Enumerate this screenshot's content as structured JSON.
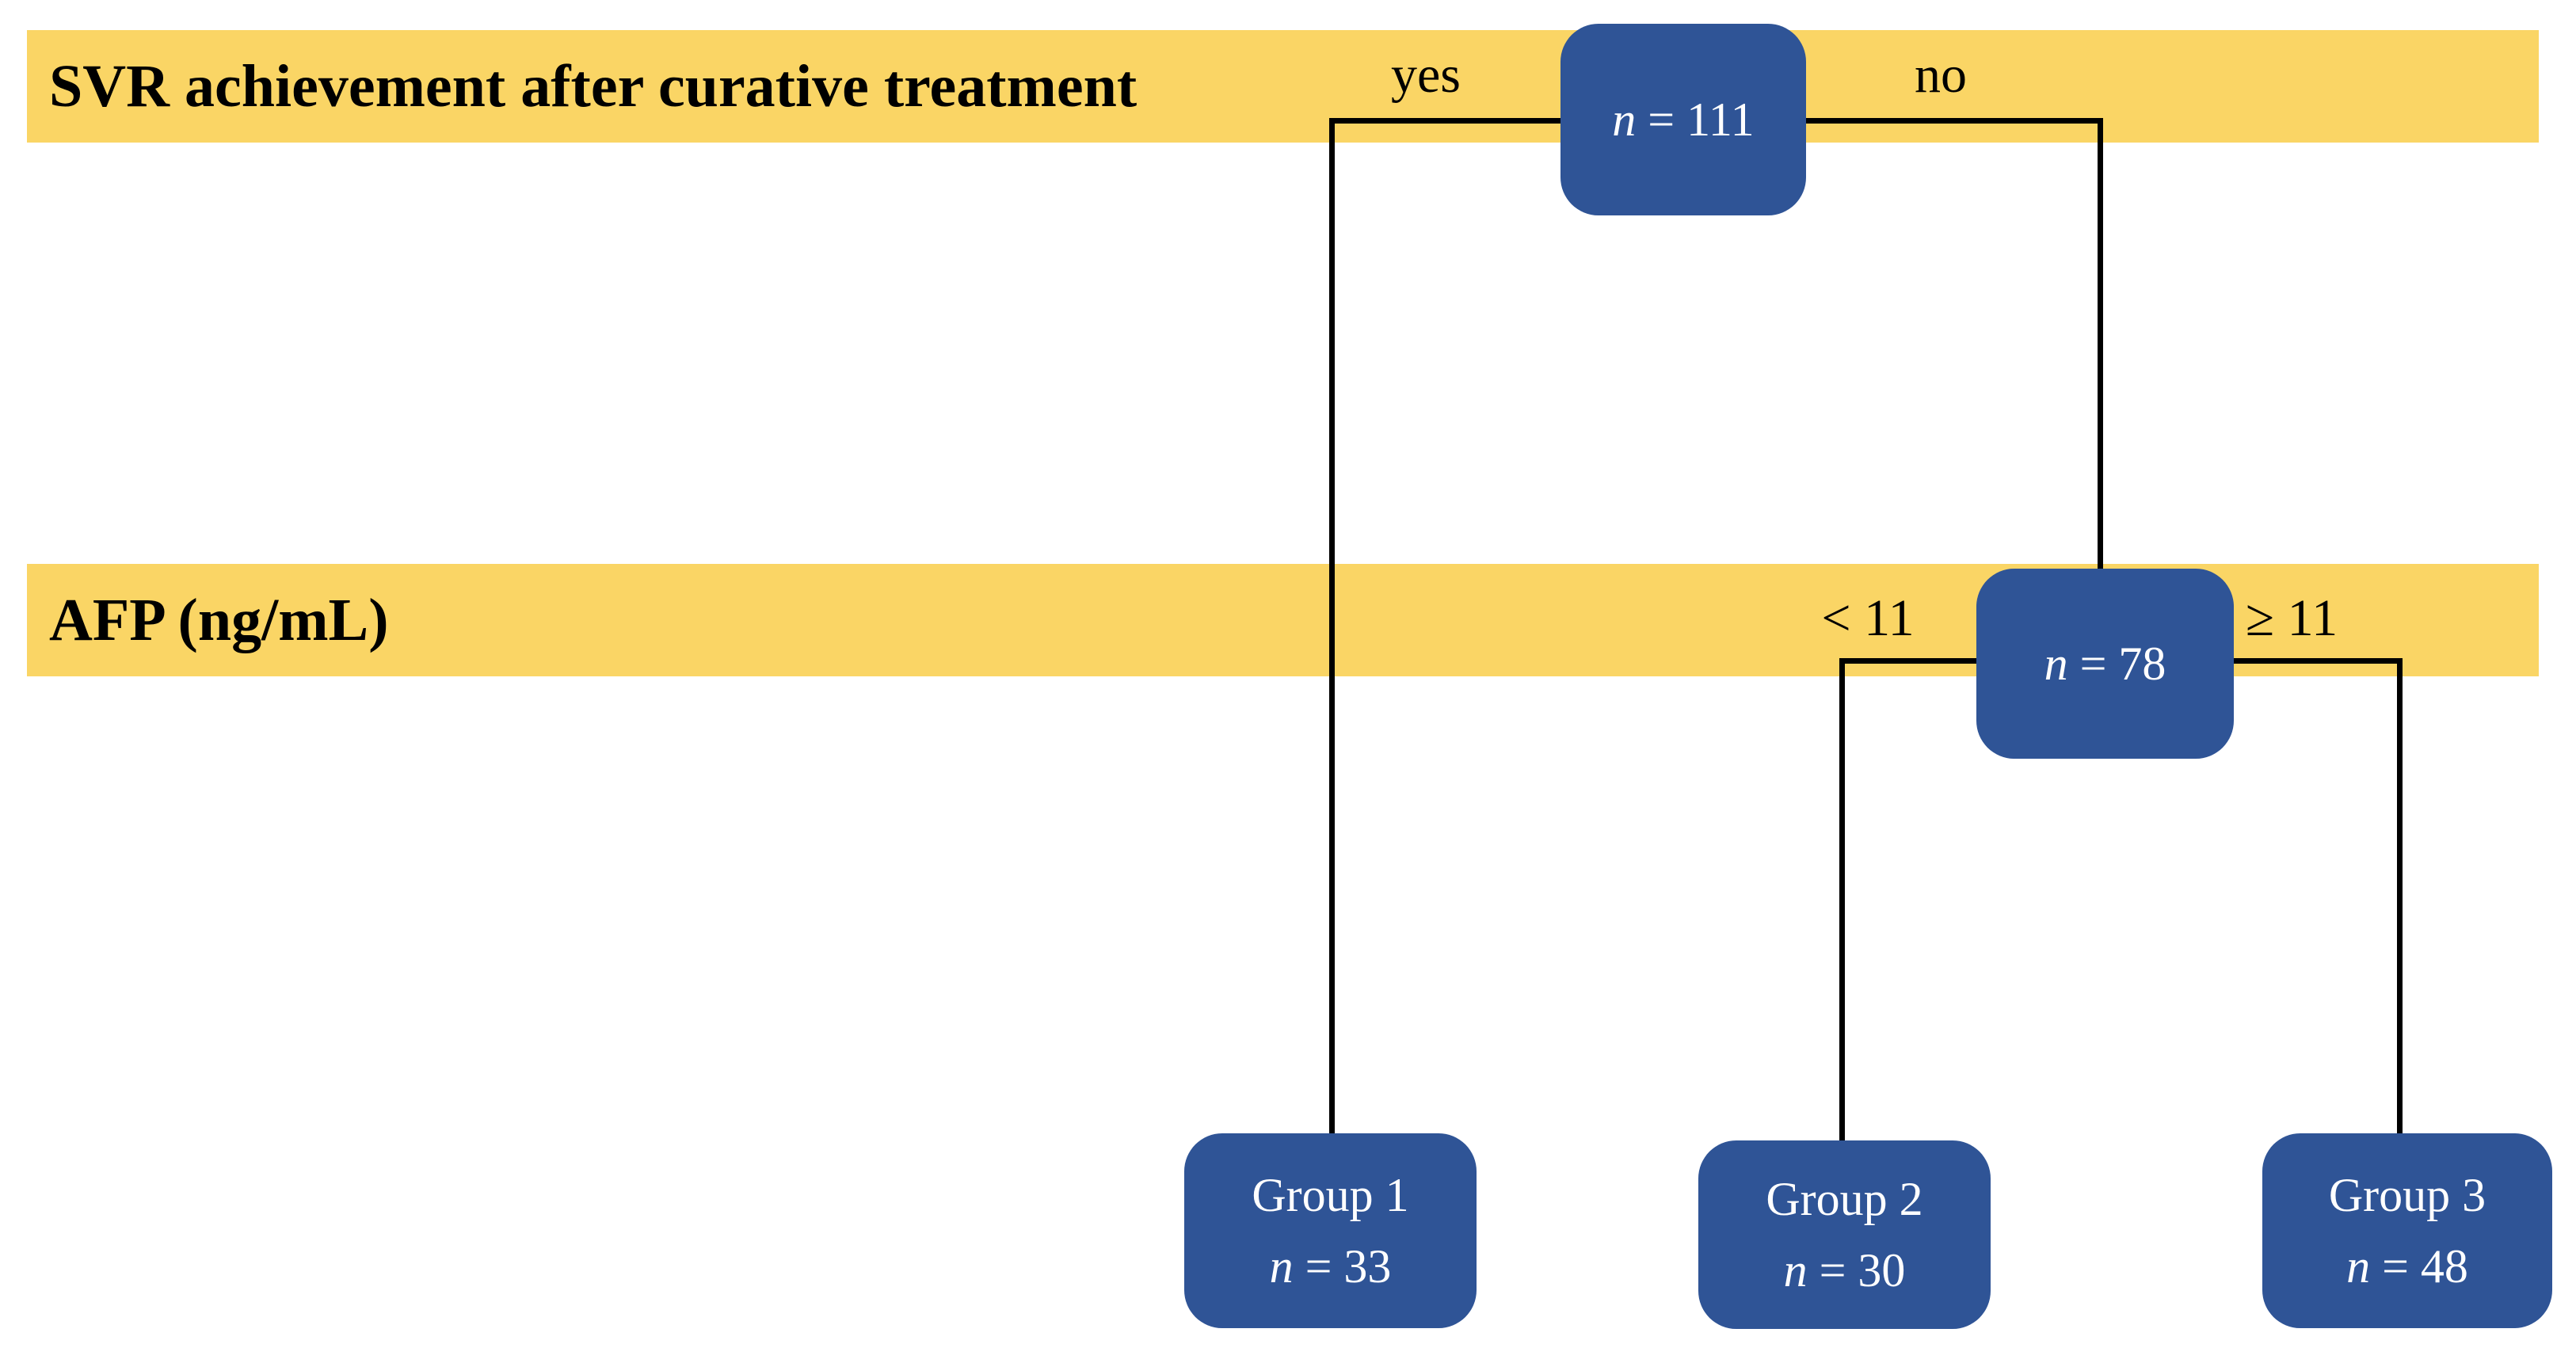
{
  "figure_type": "decision-tree",
  "colors": {
    "band": "#fad565",
    "node": "#2f5496",
    "edge": "#000000",
    "band_text": "#000000",
    "node_text": "#ffffff",
    "background": "#ffffff"
  },
  "criteria": [
    {
      "label": "SVR achievement after curative treatment"
    },
    {
      "label": "AFP (ng/mL)"
    }
  ],
  "branches": {
    "yes": "yes",
    "no": "no",
    "lt": "< 11",
    "ge": "≥ 11"
  },
  "nodes": {
    "root": {
      "var": "n",
      "value": "= 111"
    },
    "afp": {
      "var": "n",
      "value": "= 78"
    },
    "group1": {
      "title": "Group 1",
      "var": "n",
      "value": "= 33"
    },
    "group2": {
      "title": "Group 2",
      "var": "n",
      "value": "= 30"
    },
    "group3": {
      "title": "Group 3",
      "var": "n",
      "value": "= 48"
    }
  }
}
